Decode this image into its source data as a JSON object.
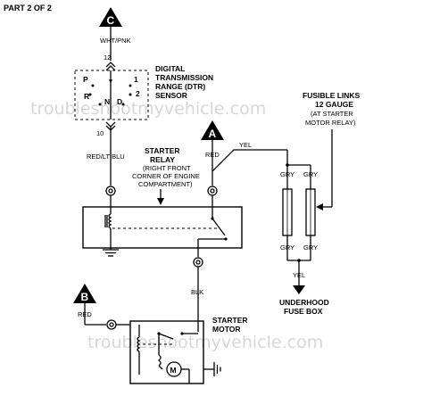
{
  "header": "PART 2 OF 2",
  "watermark_top": "troubleshootmyvehicle.com",
  "watermark_bottom": "troubleshootmyvehicle.com",
  "connectors": {
    "c": "C",
    "a": "A",
    "b": "B"
  },
  "wires": {
    "wht_pnk": "WHT/PNK",
    "red_lt_blu": "RED/LT BLU",
    "red_a": "RED",
    "yel_top": "YEL",
    "gry_1": "GRY",
    "gry_2": "GRY",
    "gry_3": "GRY",
    "gry_4": "GRY",
    "yel_bottom": "YEL",
    "blk": "BLK",
    "red_b": "RED"
  },
  "pins": {
    "p12": "12",
    "p10": "10"
  },
  "dtr": {
    "line1": "DIGITAL",
    "line2": "TRANSMISSION",
    "line3": "RANGE (DTR)",
    "line4": "SENSOR",
    "positions": {
      "p": "P",
      "r": "R",
      "n": "N",
      "d": "D",
      "two": "2",
      "one": "1"
    }
  },
  "relay": {
    "line1": "STARTER",
    "line2": "RELAY",
    "line3": "(RIGHT FRONT",
    "line4": "CORNER OF ENGINE",
    "line5": "COMPARTMENT)"
  },
  "fusible": {
    "line1": "FUSIBLE LINKS",
    "line2": "12 GAUGE",
    "line3": "(AT STARTER",
    "line4": "MOTOR RELAY)"
  },
  "fusebox": {
    "line1": "UNDERHOOD",
    "line2": "FUSE BOX"
  },
  "motor": {
    "line1": "STARTER",
    "line2": "MOTOR",
    "symbol": "M"
  },
  "colors": {
    "line": "#000000",
    "watermark": "#d7d7d7",
    "background": "#ffffff"
  }
}
